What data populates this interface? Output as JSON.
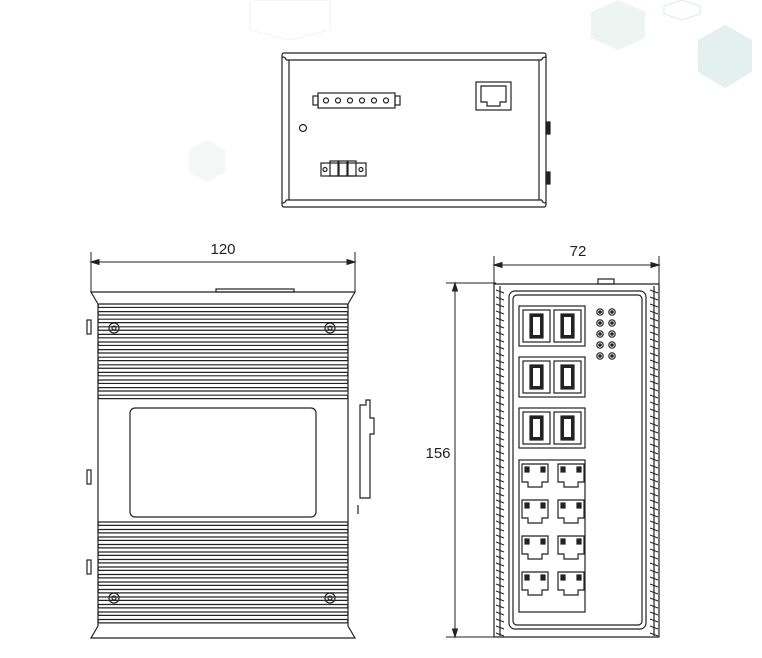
{
  "dimensions": {
    "width": "120",
    "depth": "72",
    "height": "156"
  },
  "colors": {
    "line": "#222222",
    "hex_decoration": "#e6f1ee"
  },
  "views": {
    "top": {
      "connectors": [
        "terminal-block-6-pin",
        "terminal-block-3-pin",
        "rj45-console-port",
        "ground-screw"
      ]
    },
    "side": {
      "parts": [
        "heatsink-fins",
        "label-window",
        "din-rail-clip",
        "mounting-screws"
      ]
    },
    "front": {
      "sfp_cages": 6,
      "rj45_ports": 8,
      "led_indicators": 10
    }
  }
}
